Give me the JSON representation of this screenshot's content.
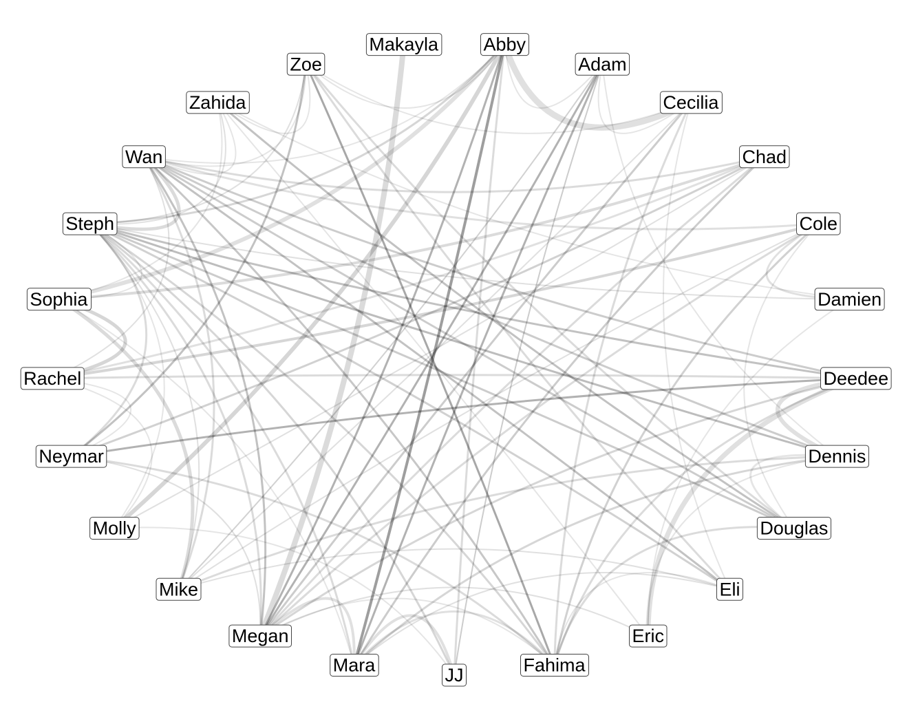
{
  "diagram": {
    "type": "circular-network",
    "edge_color": "#000000",
    "background": "#ffffff",
    "nodes": [
      "Makayla",
      "Abby",
      "Adam",
      "Cecilia",
      "Chad",
      "Cole",
      "Damien",
      "Deedee",
      "Dennis",
      "Douglas",
      "Eli",
      "Eric",
      "Fahima",
      "JJ",
      "Mara",
      "Megan",
      "Mike",
      "Molly",
      "Neymar",
      "Rachel",
      "Sophia",
      "Steph",
      "Wan",
      "Zahida",
      "Zoe"
    ],
    "edges": [
      [
        "Makayla",
        "Megan",
        0.14,
        8
      ],
      [
        "Abby",
        "Cecilia",
        0.12,
        9
      ],
      [
        "Abby",
        "Mara",
        0.38,
        4
      ],
      [
        "Abby",
        "Megan",
        0.3,
        3
      ],
      [
        "Abby",
        "Steph",
        0.16,
        3
      ],
      [
        "Abby",
        "Wan",
        0.1,
        2
      ],
      [
        "Abby",
        "Zoe",
        0.1,
        2
      ],
      [
        "Adam",
        "Mara",
        0.3,
        3
      ],
      [
        "Adam",
        "Megan",
        0.3,
        3
      ],
      [
        "Adam",
        "JJ",
        0.2,
        2
      ],
      [
        "Adam",
        "Mike",
        0.18,
        2
      ],
      [
        "Adam",
        "Dennis",
        0.1,
        2
      ],
      [
        "Cecilia",
        "Megan",
        0.2,
        3
      ],
      [
        "Cecilia",
        "Fahima",
        0.14,
        3
      ],
      [
        "Cecilia",
        "Mike",
        0.12,
        2
      ],
      [
        "Cecilia",
        "Eli",
        0.1,
        2
      ],
      [
        "Cecilia",
        "Zoe",
        0.1,
        2
      ],
      [
        "Chad",
        "Sophia",
        0.14,
        4
      ],
      [
        "Chad",
        "Wan",
        0.14,
        3
      ],
      [
        "Chad",
        "Neymar",
        0.18,
        3
      ],
      [
        "Chad",
        "Mara",
        0.2,
        3
      ],
      [
        "Chad",
        "Megan",
        0.14,
        3
      ],
      [
        "Chad",
        "Molly",
        0.12,
        2
      ],
      [
        "Cole",
        "Rachel",
        0.16,
        4
      ],
      [
        "Cole",
        "Fahima",
        0.18,
        3
      ],
      [
        "Cole",
        "Mike",
        0.12,
        2
      ],
      [
        "Cole",
        "Wan",
        0.12,
        3
      ],
      [
        "Cole",
        "Megan",
        0.14,
        3
      ],
      [
        "Cole",
        "Damien",
        0.12,
        3
      ],
      [
        "Cole",
        "Douglas",
        0.1,
        2
      ],
      [
        "Damien",
        "Steph",
        0.12,
        2
      ],
      [
        "Damien",
        "Zahida",
        0.1,
        2
      ],
      [
        "Damien",
        "Eric",
        0.1,
        2
      ],
      [
        "Deedee",
        "Neymar",
        0.3,
        3
      ],
      [
        "Deedee",
        "Steph",
        0.24,
        3
      ],
      [
        "Deedee",
        "Wan",
        0.2,
        3
      ],
      [
        "Deedee",
        "Megan",
        0.16,
        3
      ],
      [
        "Deedee",
        "Fahima",
        0.14,
        3
      ],
      [
        "Deedee",
        "Dennis",
        0.12,
        6
      ],
      [
        "Deedee",
        "Rachel",
        0.14,
        3
      ],
      [
        "Dennis",
        "Steph",
        0.26,
        3
      ],
      [
        "Dennis",
        "Mara",
        0.16,
        3
      ],
      [
        "Dennis",
        "Mike",
        0.14,
        3
      ],
      [
        "Dennis",
        "Wan",
        0.2,
        3
      ],
      [
        "Dennis",
        "Douglas",
        0.1,
        3
      ],
      [
        "Dennis",
        "Eric",
        0.1,
        2
      ],
      [
        "Douglas",
        "Zoe",
        0.14,
        3
      ],
      [
        "Douglas",
        "Steph",
        0.2,
        3
      ],
      [
        "Douglas",
        "Wan",
        0.2,
        3
      ],
      [
        "Douglas",
        "Zahida",
        0.24,
        3
      ],
      [
        "Douglas",
        "Fahima",
        0.14,
        3
      ],
      [
        "Eli",
        "Zoe",
        0.14,
        3
      ],
      [
        "Eli",
        "Wan",
        0.24,
        3
      ],
      [
        "Eli",
        "Steph",
        0.18,
        3
      ],
      [
        "Eli",
        "Mike",
        0.12,
        2
      ],
      [
        "Eli",
        "Mara",
        0.12,
        2
      ],
      [
        "Eli",
        "Fahima",
        0.1,
        2
      ],
      [
        "Eric",
        "Deedee",
        0.12,
        7
      ],
      [
        "Eric",
        "Megan",
        0.12,
        2
      ],
      [
        "Eric",
        "Zahida",
        0.1,
        2
      ],
      [
        "Fahima",
        "Zoe",
        0.34,
        3
      ],
      [
        "Fahima",
        "Wan",
        0.22,
        3
      ],
      [
        "Fahima",
        "Steph",
        0.16,
        3
      ],
      [
        "Fahima",
        "Mara",
        0.12,
        3
      ],
      [
        "Fahima",
        "Neymar",
        0.14,
        3
      ],
      [
        "Fahima",
        "Megan",
        0.1,
        2
      ],
      [
        "JJ",
        "Steph",
        0.16,
        3
      ],
      [
        "JJ",
        "Mara",
        0.12,
        4
      ],
      [
        "JJ",
        "Abby",
        0.14,
        3
      ],
      [
        "JJ",
        "Molly",
        0.1,
        2
      ],
      [
        "Mara",
        "Steph",
        0.14,
        3
      ],
      [
        "Mara",
        "Sophia",
        0.1,
        2
      ],
      [
        "Mara",
        "Megan",
        0.12,
        4
      ],
      [
        "Megan",
        "Wan",
        0.24,
        3
      ],
      [
        "Megan",
        "Steph",
        0.14,
        3
      ],
      [
        "Megan",
        "Neymar",
        0.12,
        2
      ],
      [
        "Mike",
        "Sophia",
        0.14,
        5
      ],
      [
        "Mike",
        "Wan",
        0.14,
        3
      ],
      [
        "Mike",
        "Steph",
        0.12,
        2
      ],
      [
        "Molly",
        "Abby",
        0.16,
        6
      ],
      [
        "Molly",
        "Steph",
        0.1,
        2
      ],
      [
        "Molly",
        "Rachel",
        0.1,
        2
      ],
      [
        "Neymar",
        "Zoe",
        0.24,
        3
      ],
      [
        "Neymar",
        "Steph",
        0.14,
        3
      ],
      [
        "Neymar",
        "Rachel",
        0.1,
        2
      ],
      [
        "Rachel",
        "Sophia",
        0.16,
        5
      ],
      [
        "Rachel",
        "Chad",
        0.12,
        3
      ],
      [
        "Rachel",
        "Wan",
        0.12,
        2
      ],
      [
        "Sophia",
        "Abby",
        0.12,
        6
      ],
      [
        "Sophia",
        "Steph",
        0.1,
        2
      ],
      [
        "Sophia",
        "Zahida",
        0.1,
        2
      ],
      [
        "Steph",
        "Wan",
        0.14,
        5
      ],
      [
        "Steph",
        "Zoe",
        0.12,
        2
      ],
      [
        "Steph",
        "Zahida",
        0.12,
        2
      ],
      [
        "Wan",
        "Zoe",
        0.1,
        2
      ],
      [
        "Wan",
        "Zahida",
        0.1,
        2
      ],
      [
        "Zahida",
        "Zoe",
        0.1,
        2
      ],
      [
        "Adam",
        "Cecilia",
        0.1,
        2
      ],
      [
        "Abby",
        "Adam",
        0.1,
        2
      ]
    ]
  }
}
